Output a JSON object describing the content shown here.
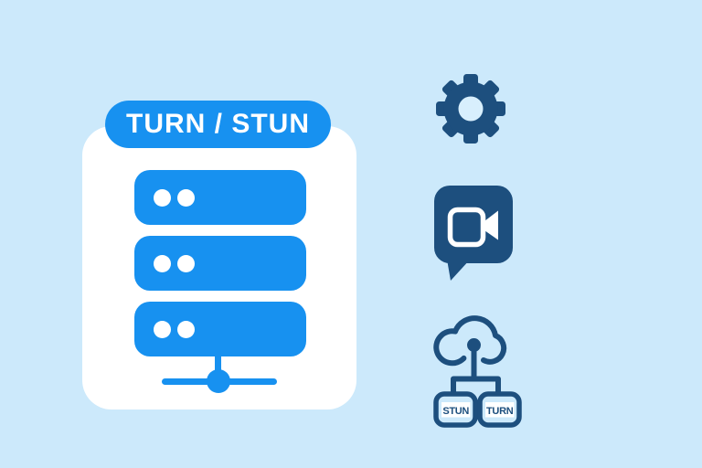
{
  "colors": {
    "background": "#CCE9FB",
    "accent_blue": "#1791F0",
    "navy": "#1D4F7E",
    "card": "#FFFFFF",
    "white": "#FFFFFF",
    "gear_hole": "#D8EFFD"
  },
  "badge": {
    "label": "TURN / STUN"
  },
  "server_card": {
    "rack_count": 3,
    "leds_per_rack": 2
  },
  "icons": [
    {
      "name": "gear-icon"
    },
    {
      "name": "video-chat-icon"
    },
    {
      "name": "cloud-network-icon"
    }
  ],
  "cloud_diagram": {
    "boxes": [
      {
        "label": "STUN"
      },
      {
        "label": "TURN"
      }
    ]
  }
}
